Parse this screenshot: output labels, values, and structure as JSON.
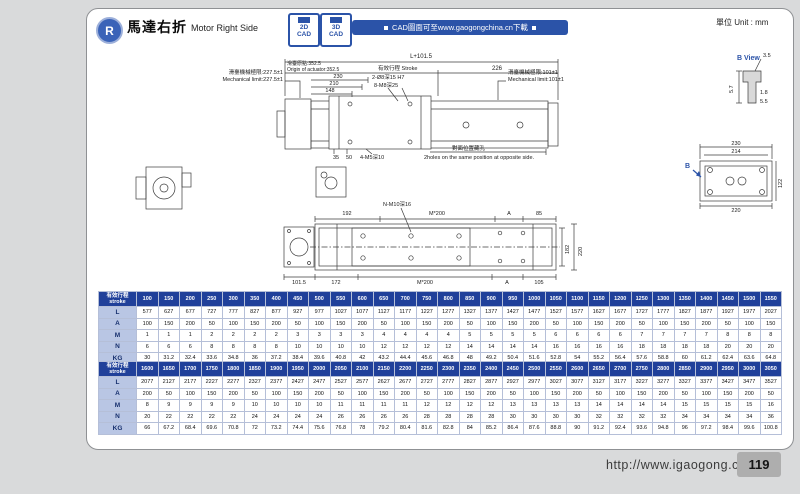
{
  "page": {
    "unit": "單位 Unit : mm",
    "footer_url": "http://www.igaogong.com",
    "page_number": "119"
  },
  "header": {
    "badge": "R",
    "title_zh": "馬達右折",
    "title_en": "Motor Right Side",
    "cad_2d_line1": "2D",
    "cad_2d_line2": "CAD",
    "cad_3d_line1": "3D",
    "cad_3d_line2": "CAD",
    "banner": "CAD圖面可至www.gaogongchina.cn下載"
  },
  "drawing": {
    "side_view": {
      "overall_length": "L+101.5",
      "origin_zh": "滑臺原點:352.5",
      "origin_en": "Origin of actuator:352.5",
      "stroke_label": "有效行程 Stroke",
      "dim_226": "226",
      "dim_230": "230",
      "dim_210": "210",
      "dim_148": "148",
      "hole_label1": "2-Ø8深15 H7",
      "hole_label2": "8-M8深25",
      "limit_left_zh": "滑臺機械極限:227.5±1",
      "limit_left_en": "Mechanical limit:227.5±1",
      "limit_right_zh": "滑臺機械極限:101±1",
      "limit_right_en": "Mechanical limit:101±1",
      "dim_35": "35",
      "dim_50": "50",
      "hole_label3": "4-M5深10",
      "opposite_zh": "對面位置藏孔",
      "opposite_en": "2holes on the same position at opposite side."
    },
    "b_view": {
      "label": "B View",
      "dim_3_5": "3.5",
      "dim_5_7": "5.7",
      "dim_1_8": "1.8",
      "dim_5_5": "5.5"
    },
    "section": {
      "dim_230": "230",
      "dim_214": "214",
      "dim_122": "122",
      "dim_220": "220",
      "label_b": "B"
    },
    "plan_view": {
      "dim_192": "192",
      "dim_m200_top": "M*200",
      "dim_a_top": "A",
      "dim_85": "85",
      "hole_label": "N-M10深16",
      "dim_182": "182",
      "dim_220": "220",
      "dim_101_5": "101.5",
      "dim_172": "172",
      "dim_m200_bottom": "M*200",
      "dim_a_bottom": "A",
      "dim_105": "105"
    }
  },
  "tables": [
    {
      "header_label_zh": "有效行程",
      "header_label_en": "stroke",
      "strokes": [
        100,
        150,
        200,
        250,
        300,
        350,
        400,
        450,
        500,
        550,
        600,
        650,
        700,
        750,
        800,
        850,
        900,
        950,
        1000,
        1050,
        1100,
        1150,
        1200,
        1250,
        1300,
        1350,
        1400,
        1450,
        1500,
        1550
      ],
      "rows": [
        {
          "label": "L",
          "values": [
            577,
            627,
            677,
            727,
            777,
            827,
            877,
            927,
            977,
            1027,
            1077,
            1127,
            1177,
            1227,
            1277,
            1327,
            1377,
            1427,
            1477,
            1527,
            1577,
            1627,
            1677,
            1727,
            1777,
            1827,
            1877,
            1927,
            1977,
            2027
          ]
        },
        {
          "label": "A",
          "values": [
            100,
            150,
            200,
            50,
            100,
            150,
            200,
            50,
            100,
            150,
            200,
            50,
            100,
            150,
            200,
            50,
            100,
            150,
            200,
            50,
            100,
            150,
            200,
            50,
            100,
            150,
            200,
            50,
            100,
            150
          ]
        },
        {
          "label": "M",
          "values": [
            1,
            1,
            1,
            2,
            2,
            2,
            2,
            3,
            3,
            3,
            3,
            4,
            4,
            4,
            4,
            5,
            5,
            5,
            5,
            6,
            6,
            6,
            6,
            7,
            7,
            7,
            7,
            8,
            8,
            8
          ]
        },
        {
          "label": "N",
          "values": [
            6,
            6,
            6,
            8,
            8,
            8,
            8,
            10,
            10,
            10,
            10,
            12,
            12,
            12,
            12,
            14,
            14,
            14,
            14,
            16,
            16,
            16,
            16,
            18,
            18,
            18,
            18,
            20,
            20,
            20
          ]
        },
        {
          "label": "KG",
          "values": [
            30,
            31.2,
            32.4,
            33.6,
            34.8,
            36,
            37.2,
            38.4,
            39.6,
            40.8,
            42,
            43.2,
            44.4,
            45.6,
            46.8,
            48,
            49.2,
            50.4,
            51.6,
            52.8,
            54,
            55.2,
            56.4,
            57.6,
            58.8,
            60,
            61.2,
            62.4,
            63.6,
            64.8
          ]
        }
      ]
    },
    {
      "header_label_zh": "有效行程",
      "header_label_en": "stroke",
      "strokes": [
        1600,
        1650,
        1700,
        1750,
        1800,
        1850,
        1900,
        1950,
        2000,
        2050,
        2100,
        2150,
        2200,
        2250,
        2300,
        2350,
        2400,
        2450,
        2500,
        2550,
        2600,
        2650,
        2700,
        2750,
        2800,
        2850,
        2900,
        2950,
        3000,
        3050
      ],
      "rows": [
        {
          "label": "L",
          "values": [
            2077,
            2127,
            2177,
            2227,
            2277,
            2327,
            2377,
            2427,
            2477,
            2527,
            2577,
            2627,
            2677,
            2727,
            2777,
            2827,
            2877,
            2927,
            2977,
            3027,
            3077,
            3127,
            3177,
            3227,
            3277,
            3327,
            3377,
            3427,
            3477,
            3527
          ]
        },
        {
          "label": "A",
          "values": [
            200,
            50,
            100,
            150,
            200,
            50,
            100,
            150,
            200,
            50,
            100,
            150,
            200,
            50,
            100,
            150,
            200,
            50,
            100,
            150,
            200,
            50,
            100,
            150,
            200,
            50,
            100,
            150,
            200,
            50
          ]
        },
        {
          "label": "M",
          "values": [
            8,
            9,
            9,
            9,
            9,
            10,
            10,
            10,
            10,
            11,
            11,
            11,
            11,
            12,
            12,
            12,
            12,
            13,
            13,
            13,
            13,
            14,
            14,
            14,
            14,
            15,
            15,
            15,
            15,
            16
          ]
        },
        {
          "label": "N",
          "values": [
            20,
            22,
            22,
            22,
            22,
            24,
            24,
            24,
            24,
            26,
            26,
            26,
            26,
            28,
            28,
            28,
            28,
            30,
            30,
            30,
            30,
            32,
            32,
            32,
            32,
            34,
            34,
            34,
            34,
            36
          ]
        },
        {
          "label": "KG",
          "values": [
            66,
            67.2,
            68.4,
            69.6,
            70.8,
            72,
            73.2,
            74.4,
            75.6,
            76.8,
            78,
            79.2,
            80.4,
            81.6,
            82.8,
            84,
            85.2,
            86.4,
            87.6,
            88.8,
            90,
            91.2,
            92.4,
            93.6,
            94.8,
            96,
            97.2,
            98.4,
            99.6,
            100.8
          ]
        }
      ]
    }
  ]
}
